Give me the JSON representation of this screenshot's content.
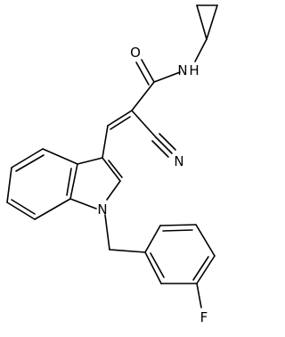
{
  "molecule": {
    "atoms": {
      "oxygen": "O",
      "amide_n": "N",
      "amide_h": "H",
      "nitrile_n": "N",
      "indole_n": "N",
      "fluorine": "F"
    }
  },
  "colors": {
    "bond": "#000000",
    "label": "#000000",
    "background": "#ffffff"
  }
}
